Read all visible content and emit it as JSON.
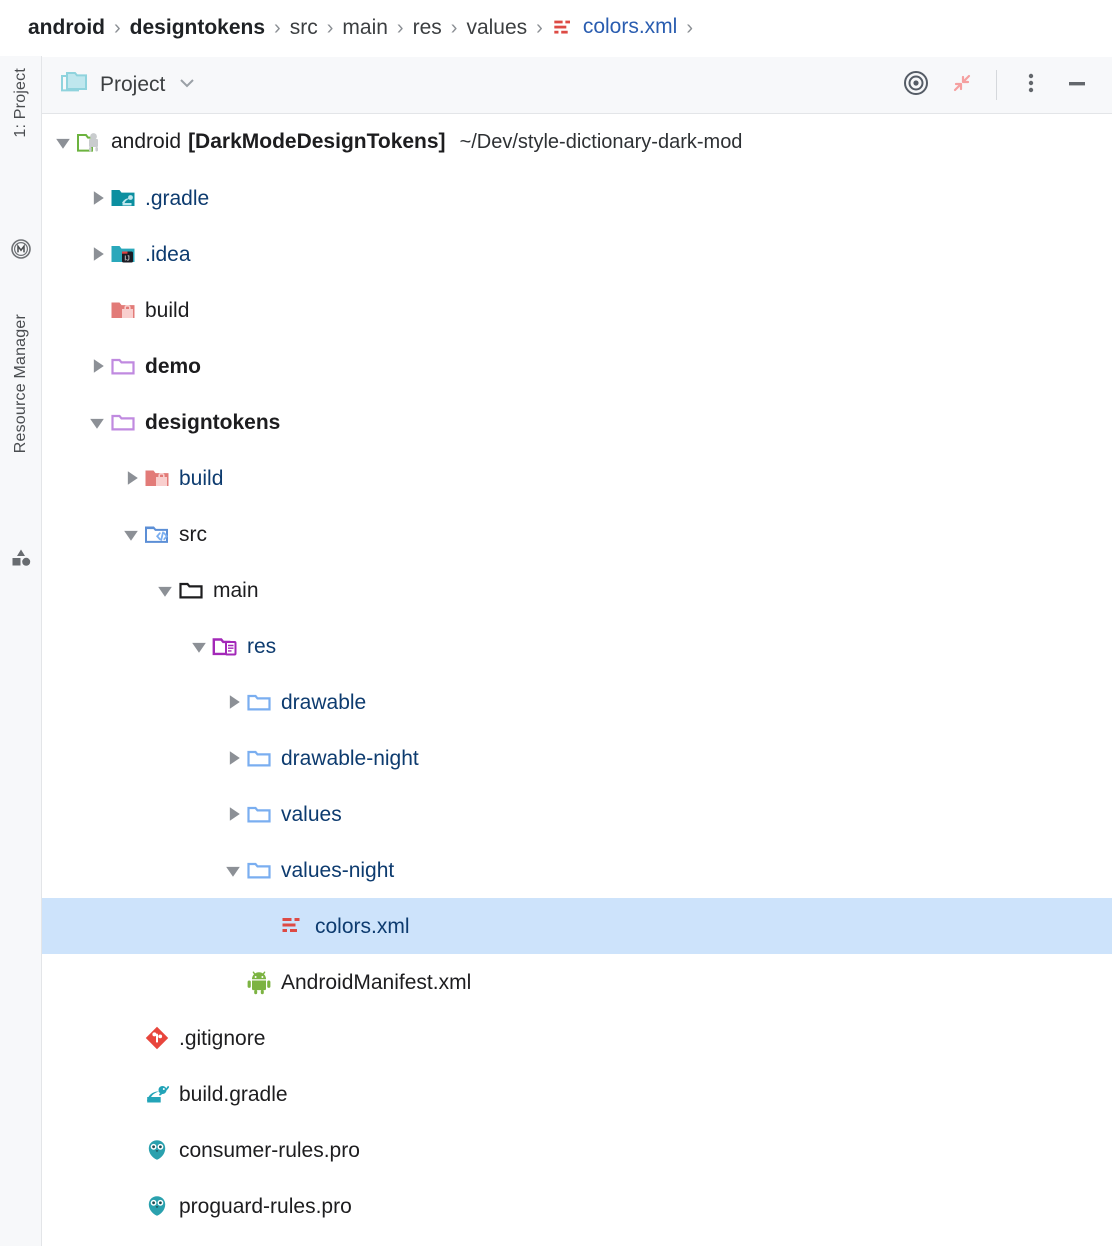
{
  "breadcrumb": {
    "name": "breadcrumb",
    "items": [
      {
        "label": "android",
        "style": "bold",
        "icon": null
      },
      {
        "label": "designtokens",
        "style": "bold",
        "icon": null
      },
      {
        "label": "src",
        "style": "plain",
        "icon": null
      },
      {
        "label": "main",
        "style": "plain",
        "icon": null
      },
      {
        "label": "res",
        "style": "plain",
        "icon": null
      },
      {
        "label": "values",
        "style": "plain",
        "icon": null
      },
      {
        "label": "colors.xml",
        "style": "link",
        "icon": "xml-values-icon"
      }
    ],
    "separator": "›"
  },
  "rail": {
    "project_label": "1: Project",
    "resource_manager_label": "Resource Manager",
    "icons": [
      "circled-m-icon",
      "shapes-icon"
    ]
  },
  "toolbar": {
    "title": "Project",
    "dropdown_icon": "chevron-down-icon",
    "folder_icon": "project-folders-icon",
    "buttons": [
      {
        "name": "select-opened-file-button",
        "icon": "target-icon"
      },
      {
        "name": "collapse-all-button",
        "icon": "collapse-arrows-icon"
      },
      {
        "name": "options-menu-button",
        "icon": "vertical-dots-icon"
      },
      {
        "name": "hide-panel-button",
        "icon": "minimize-icon"
      }
    ]
  },
  "colors": {
    "selection": "#cde3fb",
    "link": "#2a5db0",
    "navy_text": "#0d3b6f",
    "toolbar_bg": "#f7f8fa",
    "accent_red": "#d9453c",
    "accent_teal": "#2aa1ae",
    "accent_green": "#72ba4a",
    "accent_purple": "#c08ae0"
  },
  "tree": {
    "rows": [
      {
        "indent": 0,
        "arrow": "expanded",
        "icon": "android-project-folder-icon",
        "kind": "root",
        "label": "android",
        "bracket": "[DarkModeDesignTokens]",
        "path": "~/Dev/style-dictionary-dark-mod"
      },
      {
        "indent": 1,
        "arrow": "collapsed",
        "icon": "gradle-folder-icon",
        "kind": "navy",
        "label": ".gradle"
      },
      {
        "indent": 1,
        "arrow": "collapsed",
        "icon": "idea-folder-icon",
        "kind": "navy",
        "label": ".idea"
      },
      {
        "indent": 1,
        "arrow": "none",
        "icon": "build-folder-icon",
        "kind": "plain",
        "label": "build"
      },
      {
        "indent": 1,
        "arrow": "collapsed",
        "icon": "module-folder-icon",
        "kind": "module",
        "label": "demo"
      },
      {
        "indent": 1,
        "arrow": "expanded",
        "icon": "module-folder-icon",
        "kind": "module",
        "label": "designtokens"
      },
      {
        "indent": 2,
        "arrow": "collapsed",
        "icon": "build-folder-icon",
        "kind": "navy",
        "label": "build"
      },
      {
        "indent": 2,
        "arrow": "expanded",
        "icon": "source-folder-icon",
        "kind": "plain",
        "label": "src"
      },
      {
        "indent": 3,
        "arrow": "expanded",
        "icon": "plain-folder-icon",
        "kind": "plain",
        "label": "main"
      },
      {
        "indent": 4,
        "arrow": "expanded",
        "icon": "res-folder-icon",
        "kind": "navy",
        "label": "res"
      },
      {
        "indent": 5,
        "arrow": "collapsed",
        "icon": "blue-folder-icon",
        "kind": "navy",
        "label": "drawable"
      },
      {
        "indent": 5,
        "arrow": "collapsed",
        "icon": "blue-folder-icon",
        "kind": "navy",
        "label": "drawable-night"
      },
      {
        "indent": 5,
        "arrow": "collapsed",
        "icon": "blue-folder-icon",
        "kind": "navy",
        "label": "values"
      },
      {
        "indent": 5,
        "arrow": "expanded",
        "icon": "blue-folder-icon",
        "kind": "navy",
        "label": "values-night"
      },
      {
        "indent": 6,
        "arrow": "none",
        "icon": "xml-values-icon",
        "kind": "navy",
        "label": "colors.xml",
        "selected": true
      },
      {
        "indent": 5,
        "arrow": "none",
        "icon": "android-manifest-icon",
        "kind": "plain",
        "label": "AndroidManifest.xml"
      },
      {
        "indent": 2,
        "arrow": "none",
        "icon": "gitignore-icon",
        "kind": "plain",
        "label": ".gitignore"
      },
      {
        "indent": 2,
        "arrow": "none",
        "icon": "gradle-file-icon",
        "kind": "plain",
        "label": "build.gradle"
      },
      {
        "indent": 2,
        "arrow": "none",
        "icon": "proguard-icon",
        "kind": "plain",
        "label": "consumer-rules.pro"
      },
      {
        "indent": 2,
        "arrow": "none",
        "icon": "proguard-icon",
        "kind": "plain",
        "label": "proguard-rules.pro"
      }
    ]
  }
}
